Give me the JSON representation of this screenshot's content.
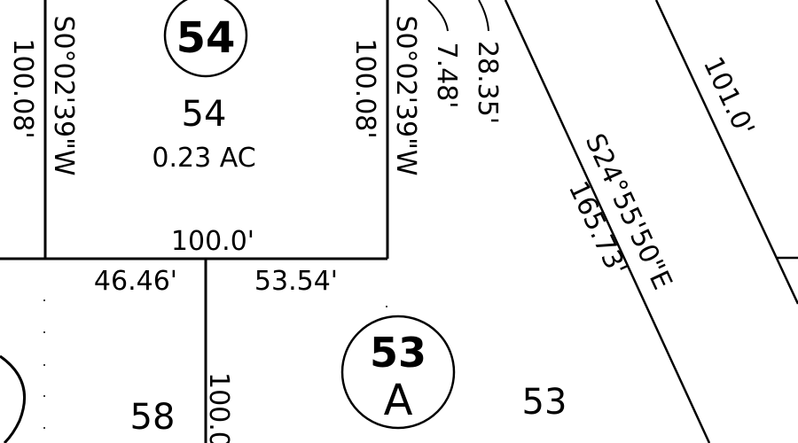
{
  "map": {
    "type": "parcel plat",
    "colors": {
      "line": "#000000",
      "background": "#ffffff"
    }
  },
  "parcels": [
    {
      "id": "54",
      "circle_label": "54",
      "lot_label": "54",
      "area": "0.23 AC",
      "west_bearing": "S0°02'39\"W",
      "west_distance": "100.08'",
      "east_bearing": "S0°02'39\"W",
      "east_distance": "100.08'",
      "south_distance": "100.0'"
    },
    {
      "id": "53A",
      "circle_label_number": "53",
      "circle_label_letter": "A",
      "lot_label": "53",
      "north_segment_west": "46.46'",
      "north_segment_east": "53.54'"
    },
    {
      "id": "58",
      "lot_label": "58",
      "east_distance_partial": "100.0"
    }
  ],
  "curves": [
    {
      "label": "7.48'"
    },
    {
      "label": "28.35'"
    }
  ],
  "diagonals": [
    {
      "bearing": "S24°55'50\"E",
      "distance": "165.73'"
    },
    {
      "distance": "101.0'"
    }
  ]
}
